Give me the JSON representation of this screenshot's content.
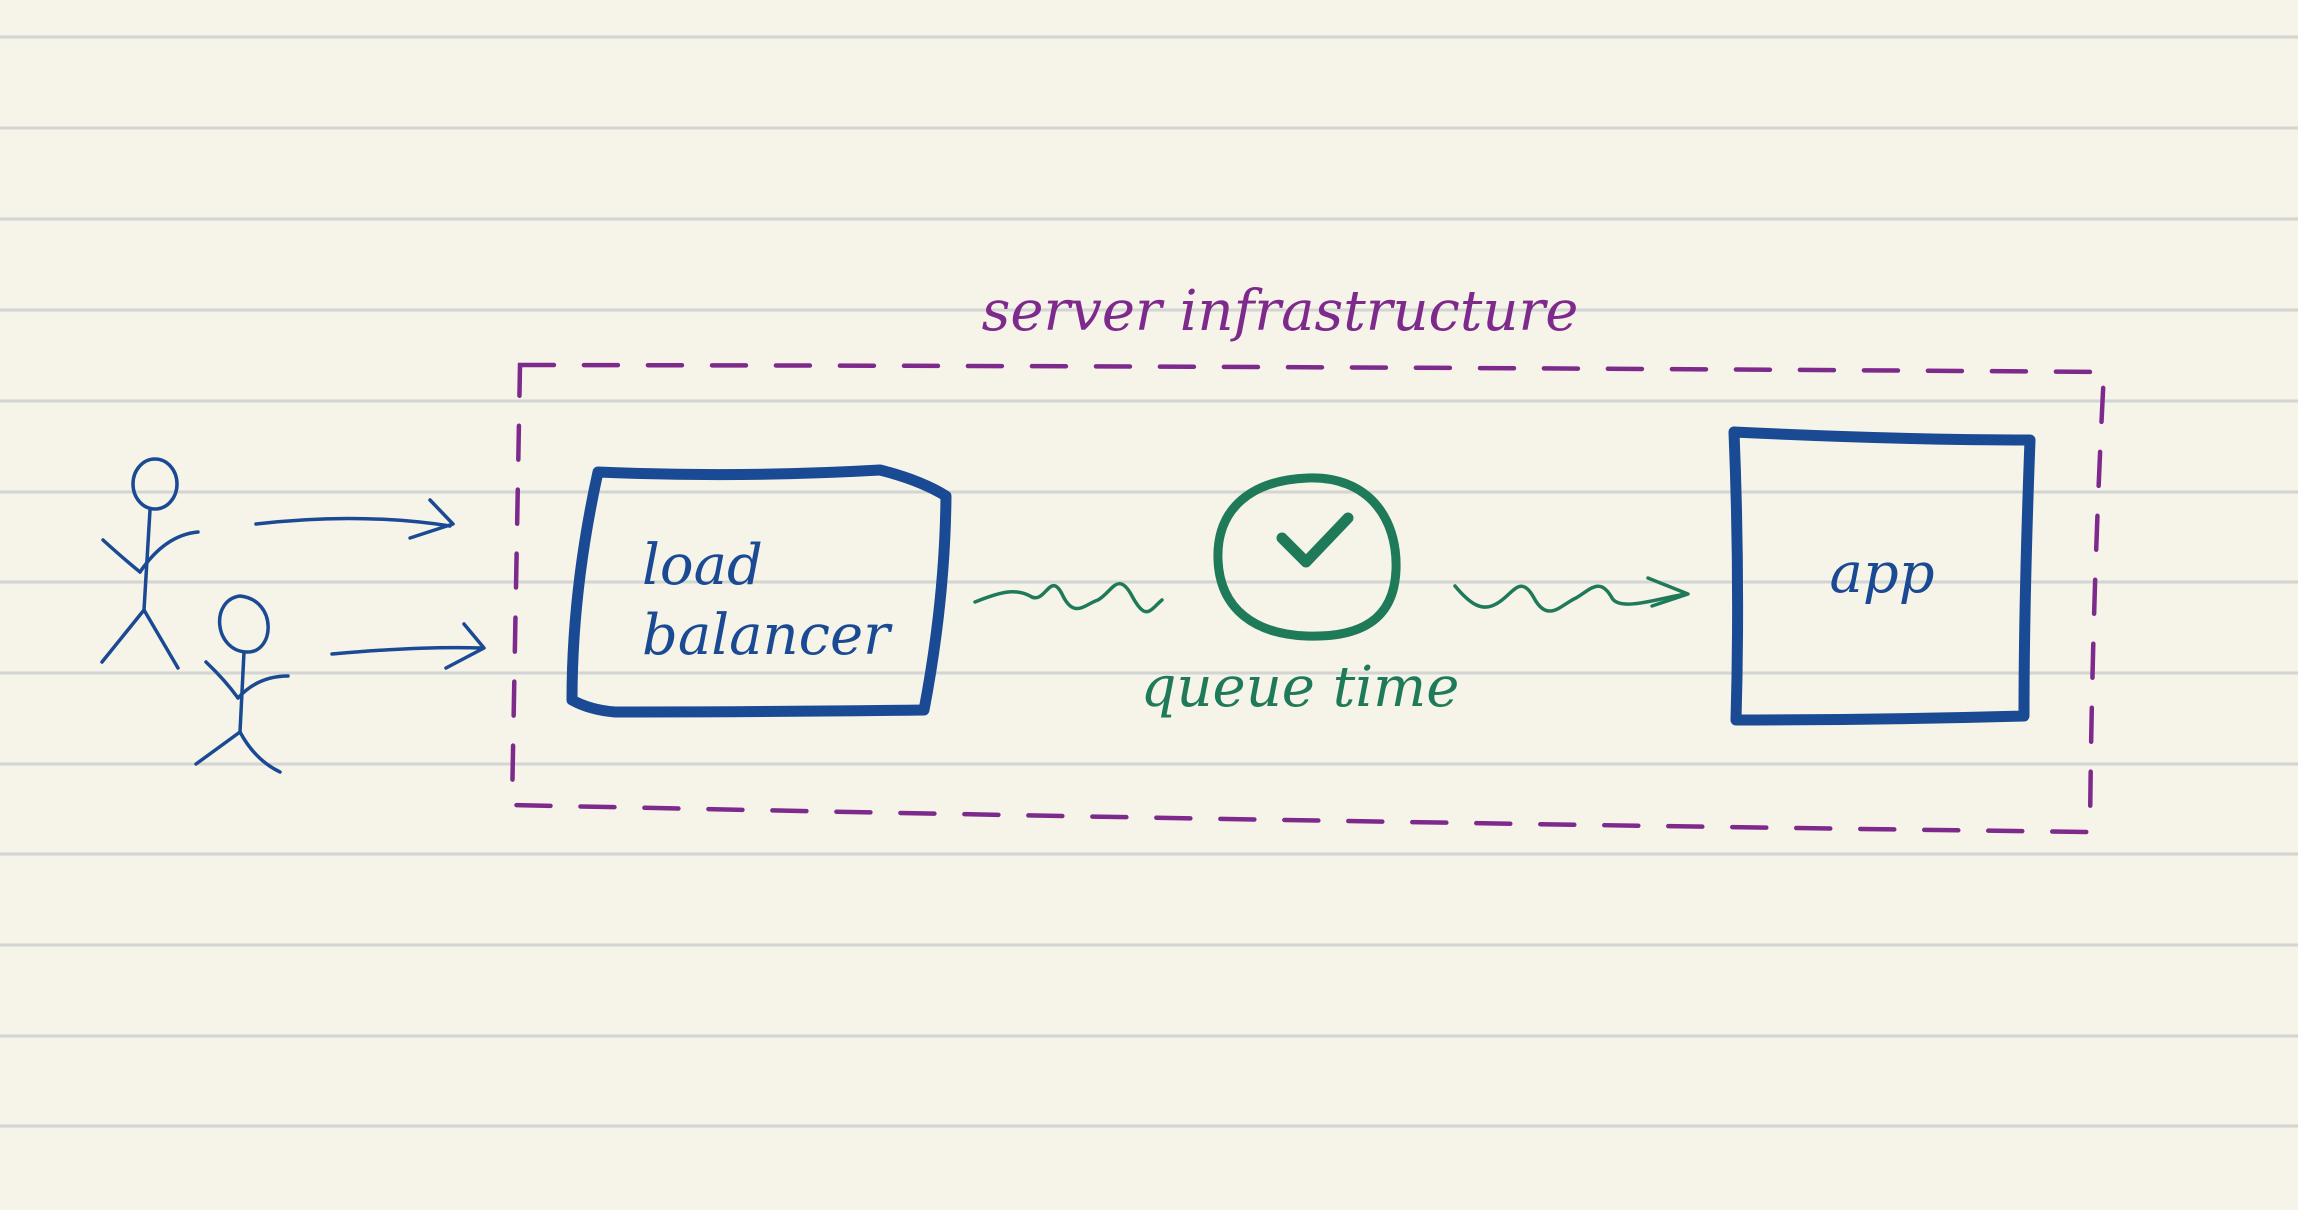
{
  "diagram": {
    "group_label": "server infrastructure",
    "load_balancer_label_line1": "load",
    "load_balancer_label_line2": "balancer",
    "queue_label": "queue time",
    "app_label": "app"
  },
  "colors": {
    "paper": "#f6f4e8",
    "rule_line": "#d3d4d4",
    "ink_blue": "#1a4a93",
    "ink_purple": "#7e2a8c",
    "ink_green": "#1f7a5a"
  },
  "icons": {
    "users": "stick-figure-icon",
    "clock": "clock-check-icon"
  }
}
